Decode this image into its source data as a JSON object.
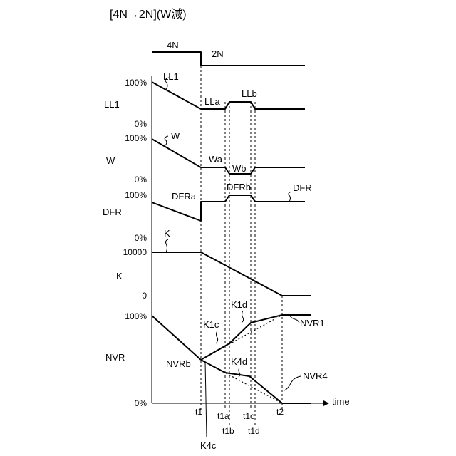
{
  "title": "[4N→2N](W減)",
  "mode": {
    "before": "4N",
    "after": "2N"
  },
  "rows": {
    "ll1": {
      "name": "LL1",
      "max_tick": "100%",
      "min_tick": "0%",
      "curve": "LL1",
      "level_a": "LLa",
      "level_b": "LLb"
    },
    "w": {
      "name": "W",
      "max_tick": "100%",
      "min_tick": "0%",
      "curve": "W",
      "level_a": "Wa",
      "level_b": "Wb"
    },
    "dfr": {
      "name": "DFR",
      "max_tick": "100%",
      "min_tick": "0%",
      "level_a": "DFRa",
      "level_b": "DFRb",
      "curve": "DFR"
    },
    "k": {
      "name": "K",
      "max_tick": "10000",
      "min_tick": "0",
      "curve": "K"
    },
    "nvr": {
      "name": "NVR",
      "max_tick": "100%",
      "min_tick": "0%",
      "point_b": "NVRb",
      "k1c": "K1c",
      "k1d": "K1d",
      "k4c": "K4c",
      "k4d": "K4d",
      "nvr1": "NVR1",
      "nvr4": "NVR4"
    }
  },
  "time_axis": {
    "label": "time",
    "t1": "t1",
    "t1a": "t1a",
    "t1b": "t1b",
    "t1c": "t1c",
    "t1d": "t1d",
    "t2": "t2"
  }
}
